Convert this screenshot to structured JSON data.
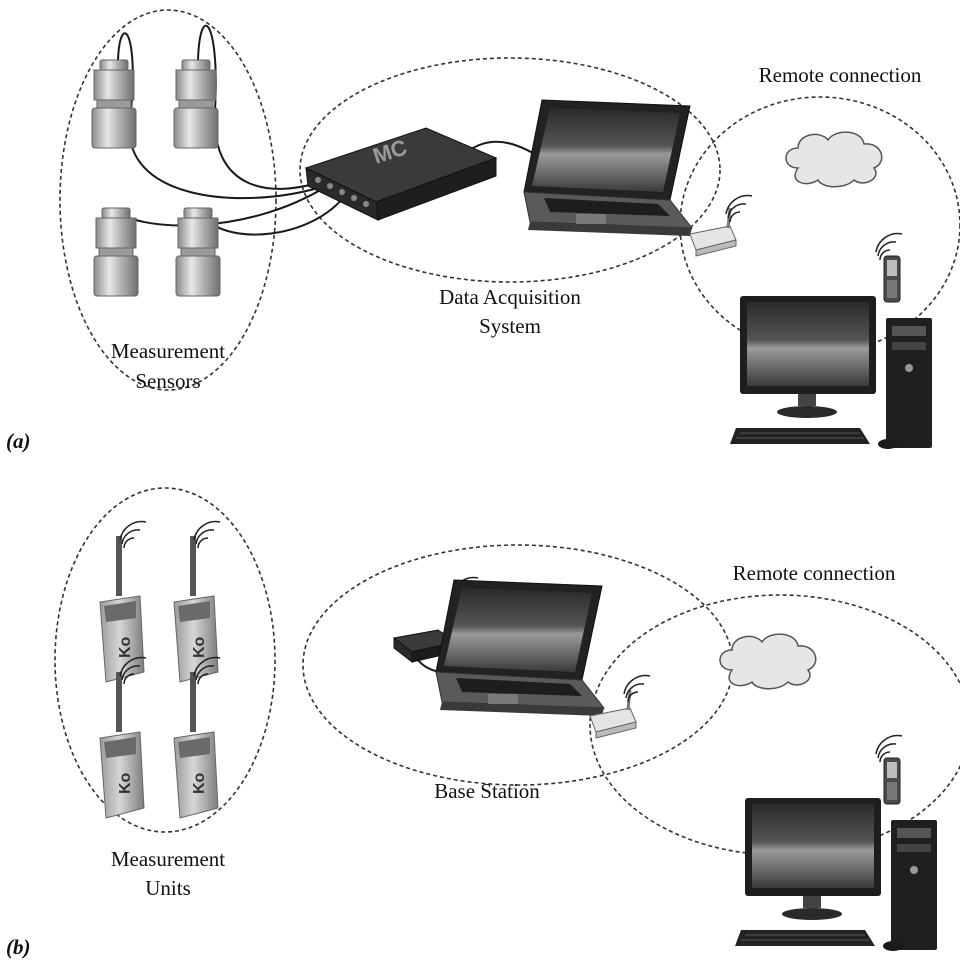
{
  "panel_a": {
    "tag": "(a)",
    "sensors_label": [
      "Measurement",
      "Sensors"
    ],
    "daq_label": [
      "Data Acquisition",
      "System"
    ],
    "remote_label": "Remote connection"
  },
  "panel_b": {
    "tag": "(b)",
    "units_label": [
      "Measurement",
      "Units"
    ],
    "base_label": "Base Station",
    "remote_label": "Remote connection"
  },
  "icons": {
    "sensor": "accelerometer-sensor-icon",
    "daq": "daq-box-icon",
    "laptop": "laptop-icon",
    "router": "wireless-router-icon",
    "cloud": "cloud-icon",
    "desktop": "desktop-computer-icon",
    "phone": "mobile-phone-icon",
    "wireless_node": "wireless-measurement-unit-icon",
    "base_station": "base-station-box-icon"
  }
}
